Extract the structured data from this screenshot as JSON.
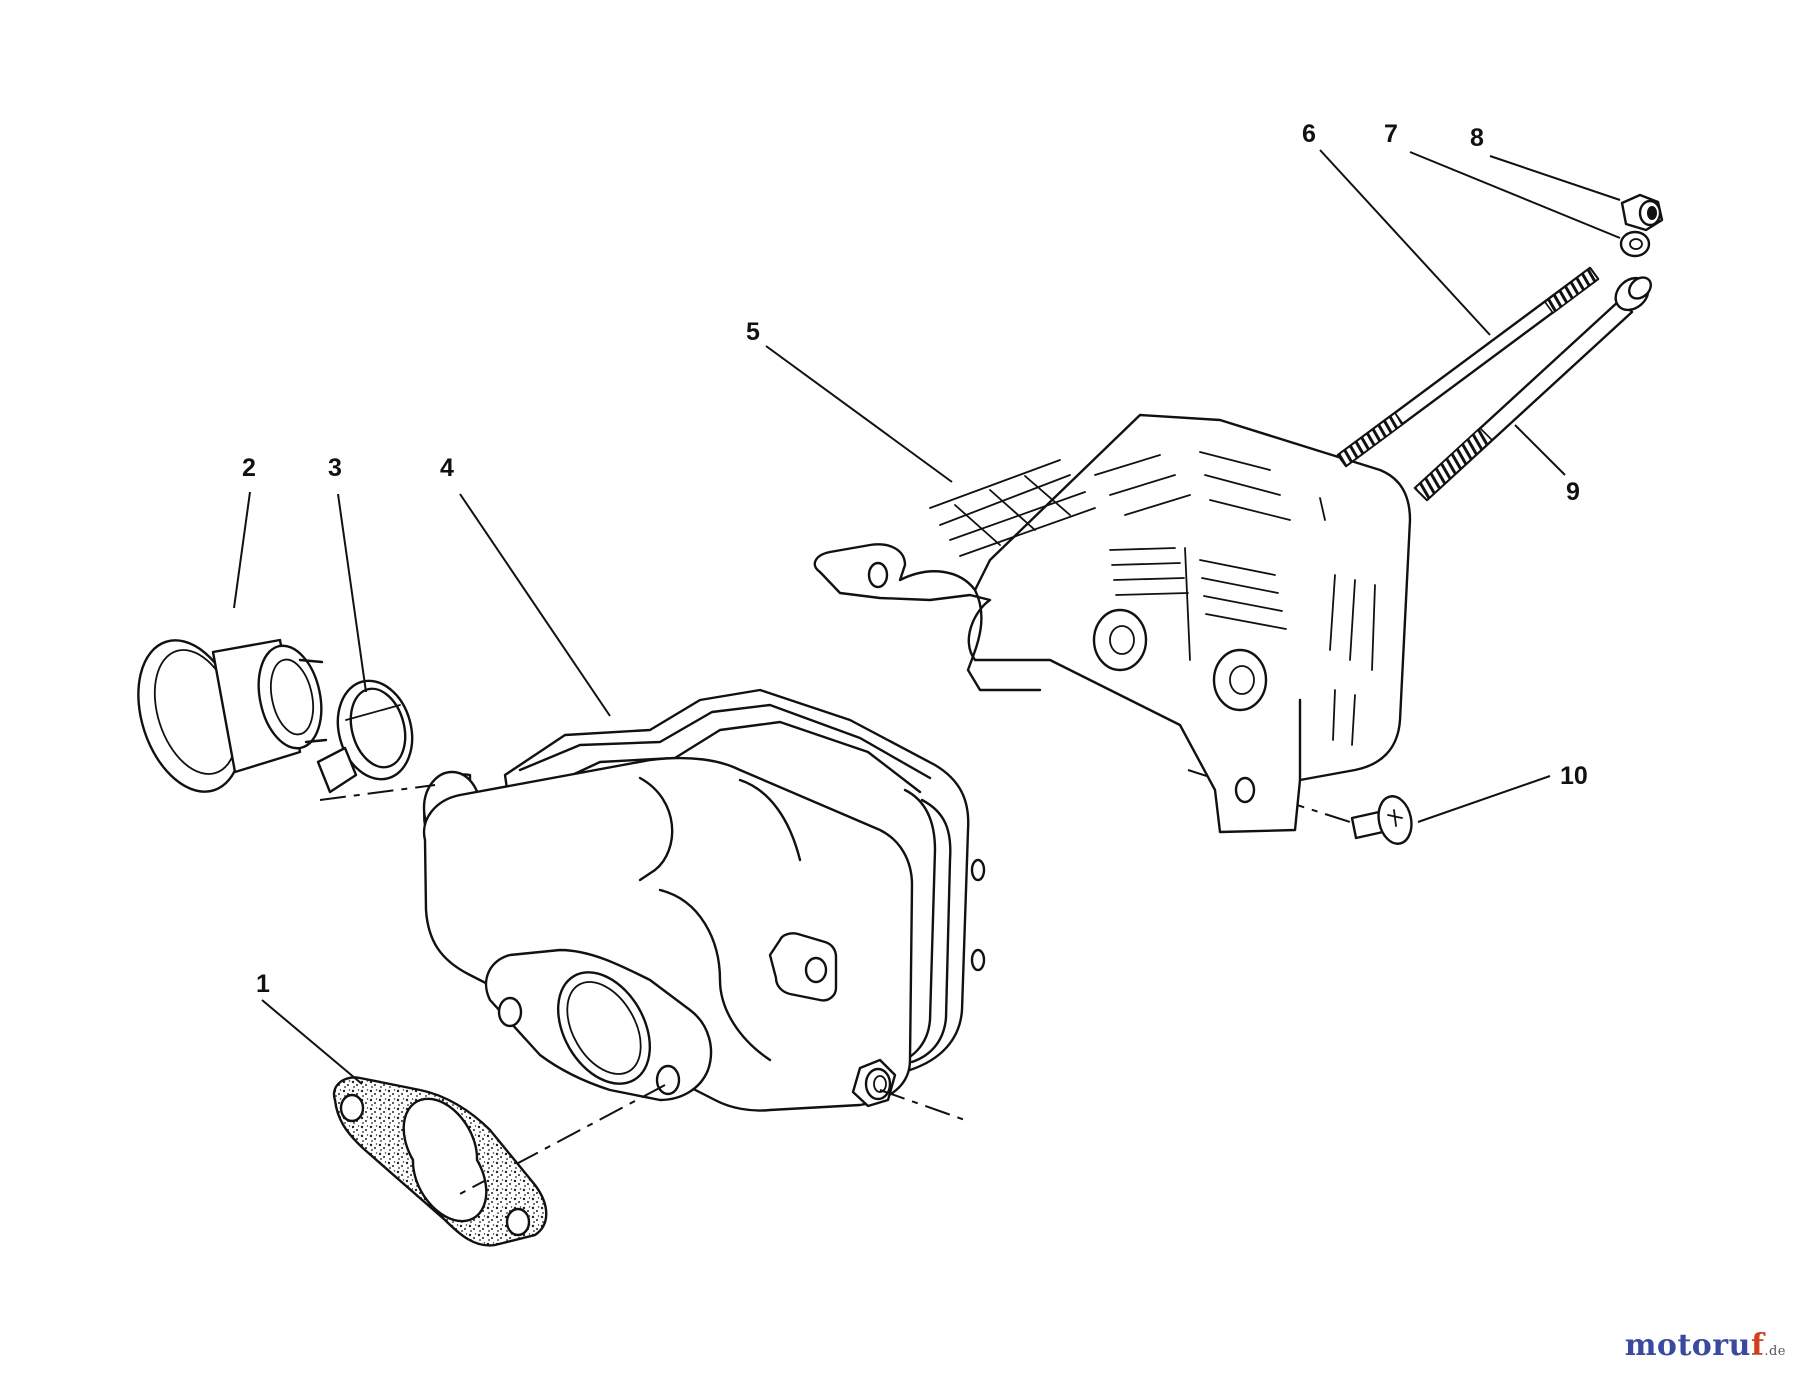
{
  "callouts": [
    {
      "id": "1",
      "label": "1"
    },
    {
      "id": "2",
      "label": "2"
    },
    {
      "id": "3",
      "label": "3"
    },
    {
      "id": "4",
      "label": "4"
    },
    {
      "id": "5",
      "label": "5"
    },
    {
      "id": "6",
      "label": "6"
    },
    {
      "id": "7",
      "label": "7"
    },
    {
      "id": "8",
      "label": "8"
    },
    {
      "id": "9",
      "label": "9"
    },
    {
      "id": "10",
      "label": "10"
    }
  ],
  "watermark": {
    "main": "motoru",
    "accent": "f",
    "suffix": ".de"
  },
  "colors": {
    "line": "#111111",
    "background": "#ffffff",
    "watermark_blue": "#3a4aa0",
    "watermark_red": "#d04020"
  }
}
